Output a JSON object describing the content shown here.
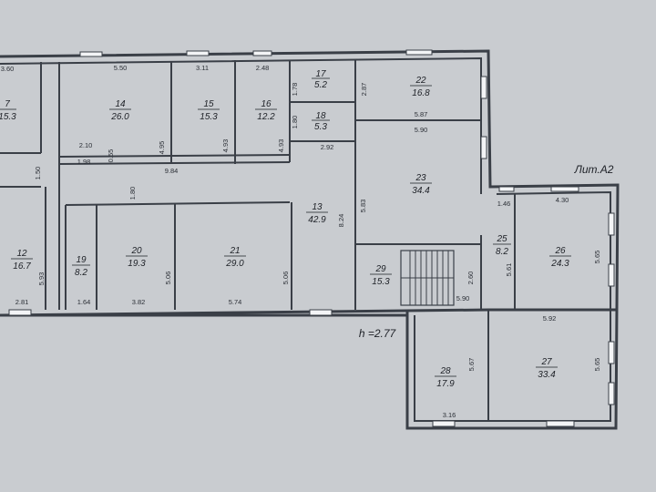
{
  "annotations": {
    "lit_label": "Лит.А2",
    "height_label": "h =2.77"
  },
  "rooms": [
    {
      "num": "7",
      "area": "15.3"
    },
    {
      "num": "14",
      "area": "26.0"
    },
    {
      "num": "15",
      "area": "15.3"
    },
    {
      "num": "16",
      "area": "12.2"
    },
    {
      "num": "17",
      "area": "5.2"
    },
    {
      "num": "18",
      "area": "5.3"
    },
    {
      "num": "22",
      "area": "16.8"
    },
    {
      "num": "23",
      "area": "34.4"
    },
    {
      "num": "13",
      "area": "42.9"
    },
    {
      "num": "12",
      "area": "16.7"
    },
    {
      "num": "19",
      "area": "8.2"
    },
    {
      "num": "20",
      "area": "19.3"
    },
    {
      "num": "21",
      "area": "29.0"
    },
    {
      "num": "29",
      "area": "15.3"
    },
    {
      "num": "25",
      "area": "8.2"
    },
    {
      "num": "26",
      "area": "24.3"
    },
    {
      "num": "28",
      "area": "17.9"
    },
    {
      "num": "27",
      "area": "33.4"
    }
  ],
  "dimensions": [
    "3.60",
    "5.50",
    "3.11",
    "2.48",
    "1.78",
    "2.87",
    "2.10",
    "0.55",
    "4.95",
    "4.93",
    "4.93",
    "1.80",
    "2.92",
    "5.87",
    "5.90",
    "1.98",
    "9.84",
    "1.50",
    "1.80",
    "5.83",
    "8.24",
    "4.30",
    "1.46",
    "5.93",
    "5.61",
    "5.65",
    "5.06",
    "5.06",
    "2.60",
    "2.81",
    "1.64",
    "3.82",
    "5.74",
    "5.90",
    "5.92",
    "5.67",
    "5.65",
    "3.16"
  ]
}
